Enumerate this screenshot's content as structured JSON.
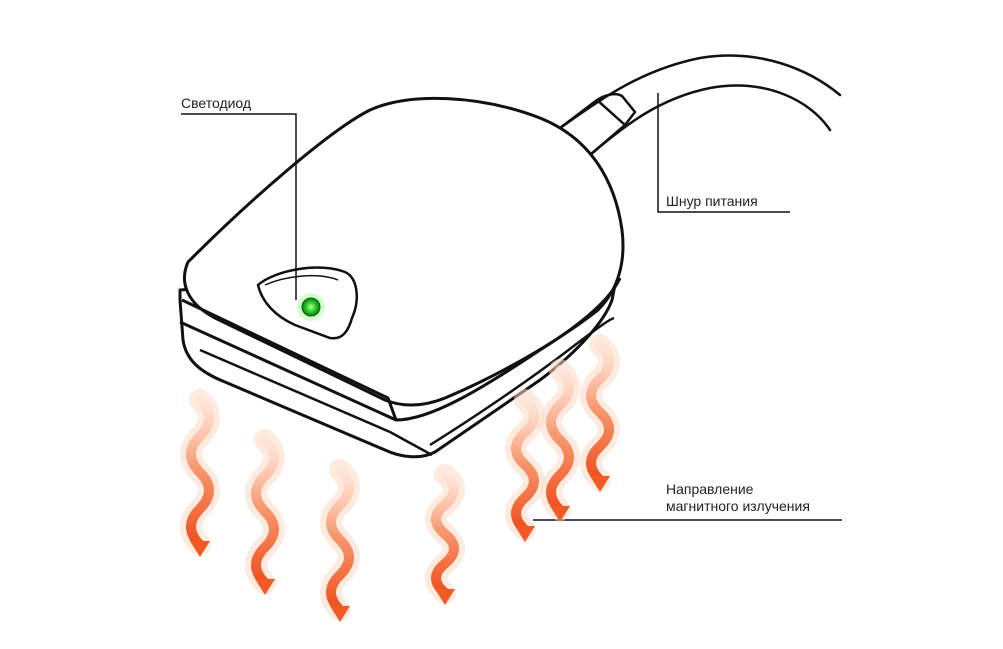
{
  "labels": {
    "led": "Светодиод",
    "power_cord": "Шнур питания",
    "direction_line1": "Направление",
    "direction_line2": "магнитного излучения"
  },
  "colors": {
    "outline": "#111111",
    "led_green": "#22c22a",
    "wave_orange": "#f15a24",
    "wave_light": "#ffd9c6"
  },
  "icons": [
    "device-body",
    "power-cord",
    "led-indicator",
    "radiation-wave-arrow"
  ],
  "wave_count": 7
}
